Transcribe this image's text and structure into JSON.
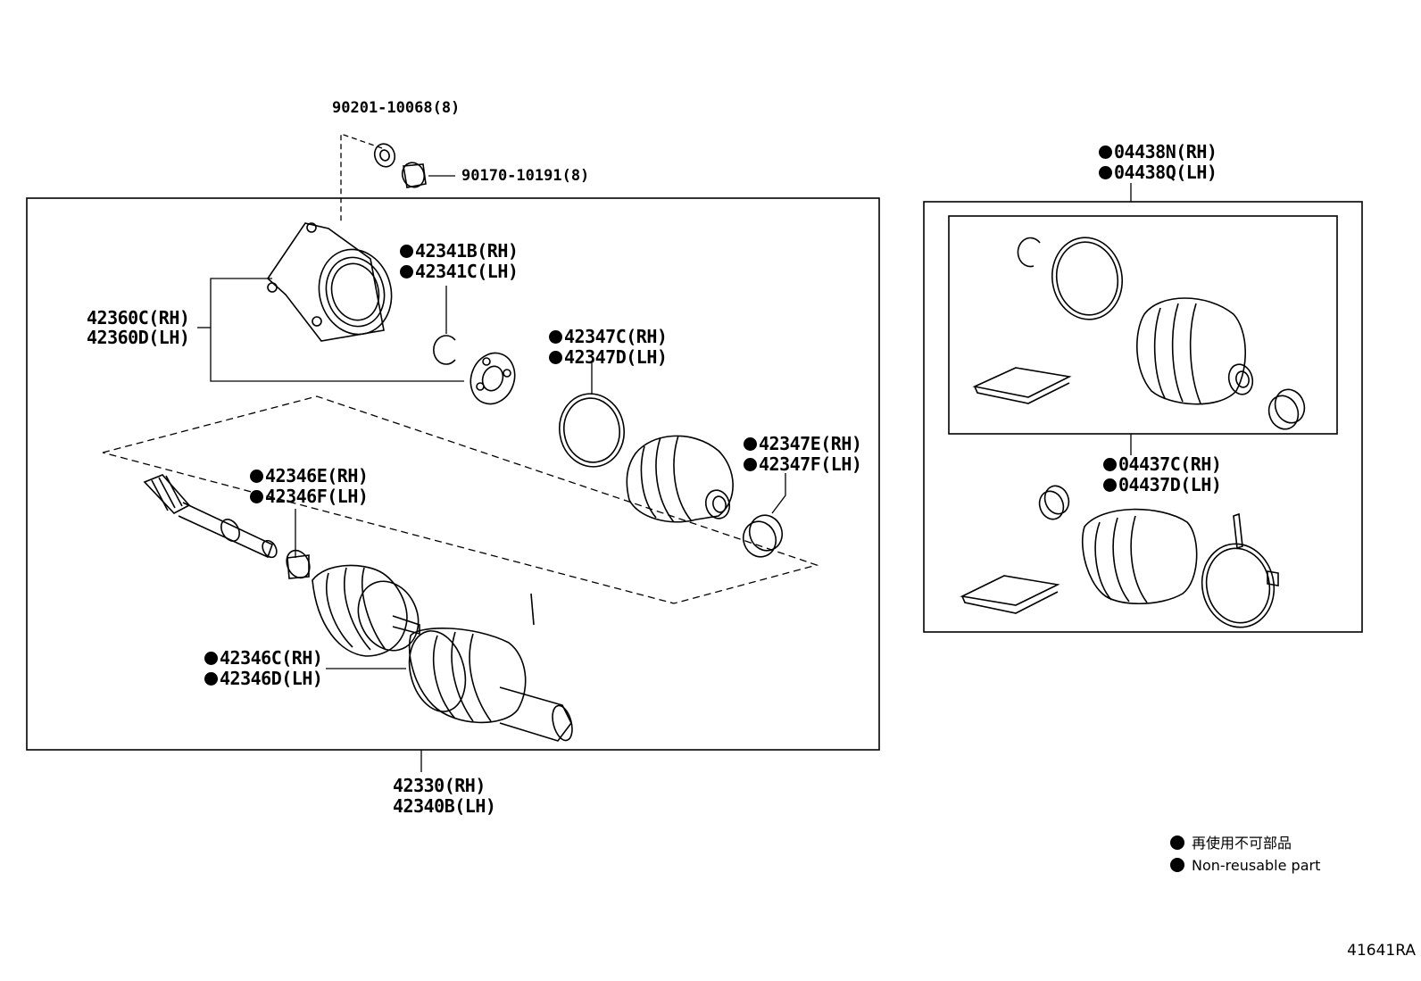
{
  "labels": {
    "bolt": "90201-10068(8)",
    "nut": "90170-10191(8)",
    "outer_housing_rh": "42360C(RH)",
    "outer_housing_lh": "42360D(LH)",
    "snap_ring_rh": "42341B(RH)",
    "snap_ring_lh": "42341C(LH)",
    "inboard_clamp_rh": "42347C(RH)",
    "inboard_clamp_lh": "42347D(LH)",
    "inboard_small_clamp_rh": "42347E(RH)",
    "inboard_small_clamp_lh": "42347F(LH)",
    "shaft_clamp_rh": "42346E(RH)",
    "shaft_clamp_lh": "42346F(LH)",
    "outboard_boot_rh": "42346C(RH)",
    "outboard_boot_lh": "42346D(LH)",
    "shaft_assy_rh": "42330(RH)",
    "shaft_assy_lh": "42340B(LH)",
    "inboard_kit_rh": "04438N(RH)",
    "inboard_kit_lh": "04438Q(LH)",
    "outboard_kit_rh": "04437C(RH)",
    "outboard_kit_lh": "04437D(LH)"
  },
  "legend": {
    "line_jp": "再使用不可部品",
    "line_en": "Non-reusable part"
  },
  "diagram_code": "41641RA"
}
